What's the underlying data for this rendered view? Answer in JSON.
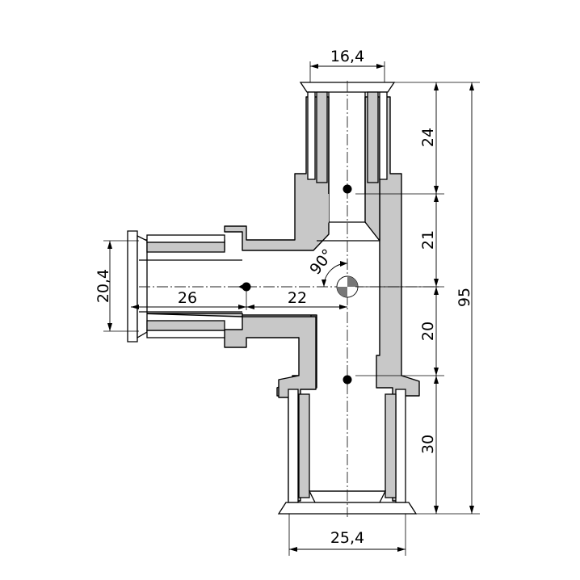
{
  "dimensions": {
    "top_width": "16,4",
    "bottom_width": "25,4",
    "left_height": "20,4",
    "branch_length": "26",
    "branch_offset": "22",
    "seg_top": "24",
    "seg_upper_mid": "21",
    "seg_lower_mid": "20",
    "seg_bottom": "30",
    "total_height": "95",
    "angle": "90°"
  },
  "colors": {
    "body": "#c8c8c8",
    "line": "#000000",
    "background": "#ffffff"
  }
}
